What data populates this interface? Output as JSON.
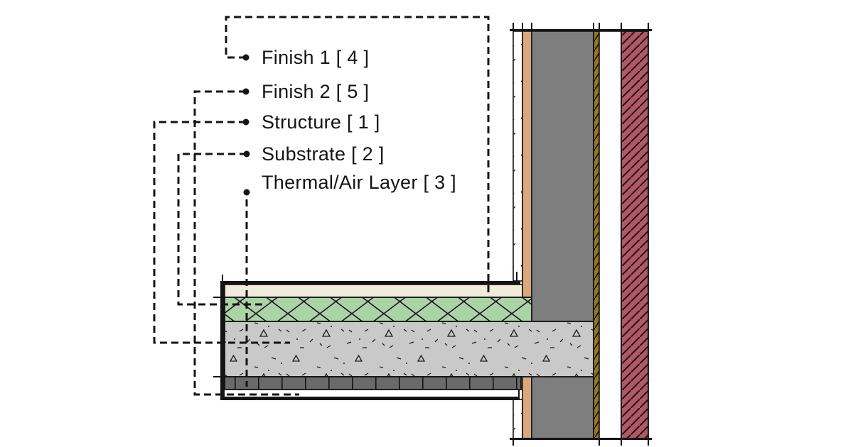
{
  "figure": {
    "background": "#ffffff",
    "line_color": "#141414"
  },
  "legend": {
    "items": [
      {
        "id": "finish1",
        "text": "Finish 1 [ 4 ]"
      },
      {
        "id": "finish2",
        "text": "Finish 2 [ 5 ]"
      },
      {
        "id": "structure",
        "text": "Structure [ 1 ]"
      },
      {
        "id": "substrate",
        "text": "Substrate [ 2 ]"
      },
      {
        "id": "thermal",
        "text": "Thermal/Air Layer [ 3 ]"
      }
    ]
  },
  "colors": {
    "wall_plaster": "#ffffff",
    "wall_tan": "#d9a87b",
    "wall_core_gray": "#7e7e7e",
    "wall_membrane_olive": "#97781f",
    "wall_cavity_white": "#ffffff",
    "wall_brick_red": "#b25864",
    "floor_finish1_cream": "#f1ecd9",
    "floor_substrate_green": "#abd3a7",
    "floor_structure_concrete": "#c9c9c9",
    "floor_thermal_dark": "#6a6a6a"
  }
}
